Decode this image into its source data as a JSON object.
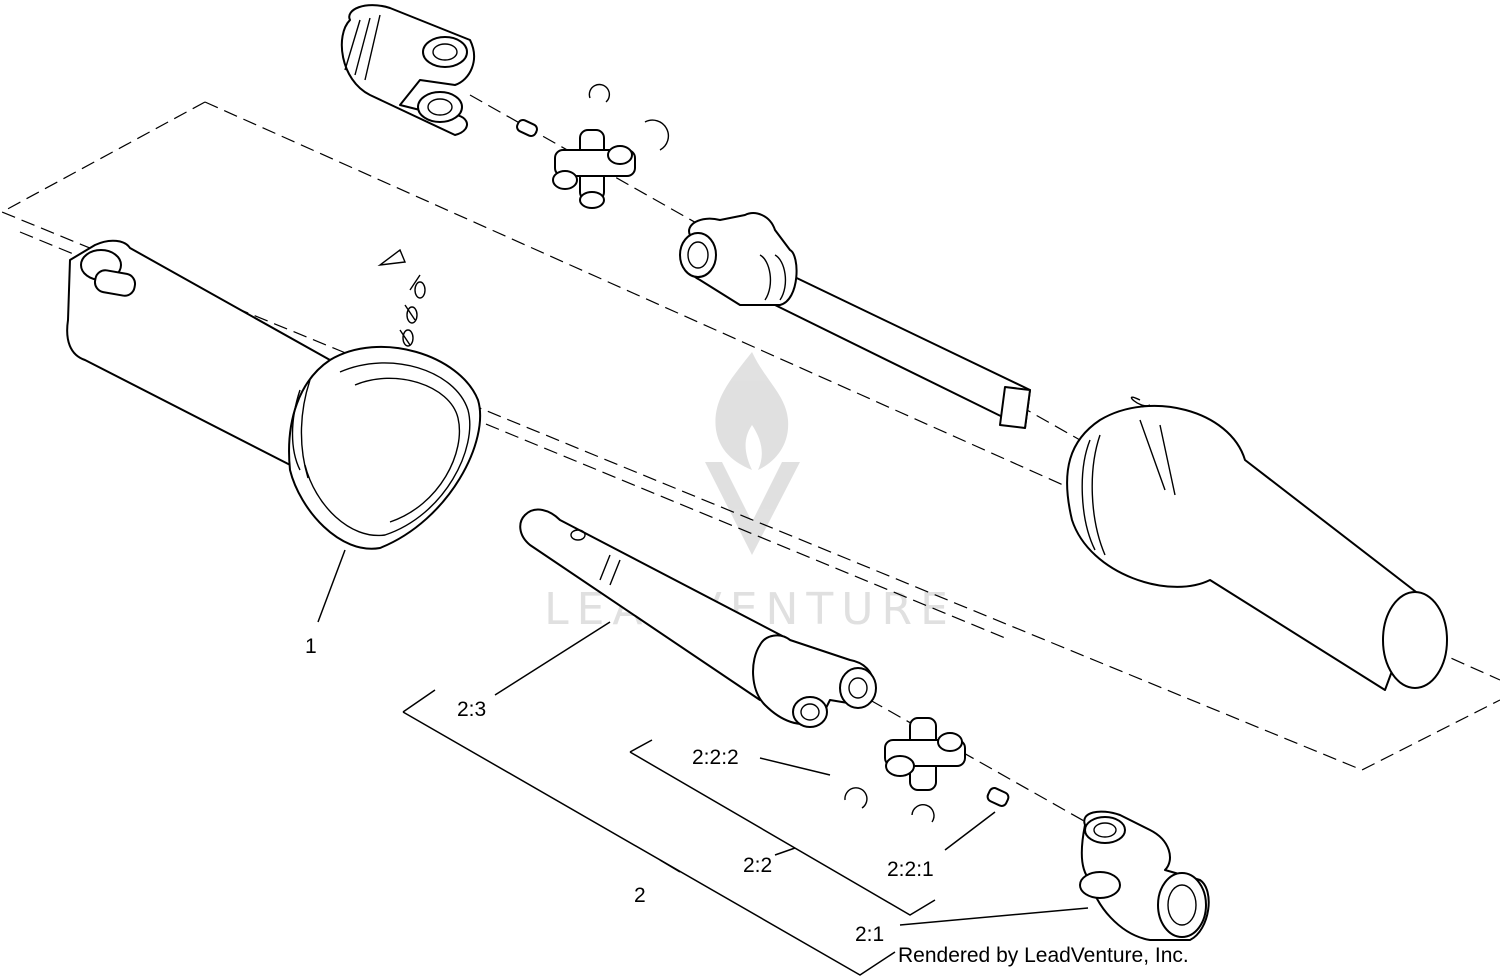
{
  "watermark": {
    "text": "LEADVENTURE",
    "icon": "flame-v-logo-icon"
  },
  "credit": "Rendered by LeadVenture, Inc.",
  "callouts": [
    {
      "id": "1",
      "label": "1"
    },
    {
      "id": "2",
      "label": "2"
    },
    {
      "id": "2_1",
      "label": "2:1"
    },
    {
      "id": "2_2",
      "label": "2:2"
    },
    {
      "id": "2_2_1",
      "label": "2:2:1"
    },
    {
      "id": "2_2_2",
      "label": "2:2:2"
    },
    {
      "id": "2_3",
      "label": "2:3"
    }
  ]
}
